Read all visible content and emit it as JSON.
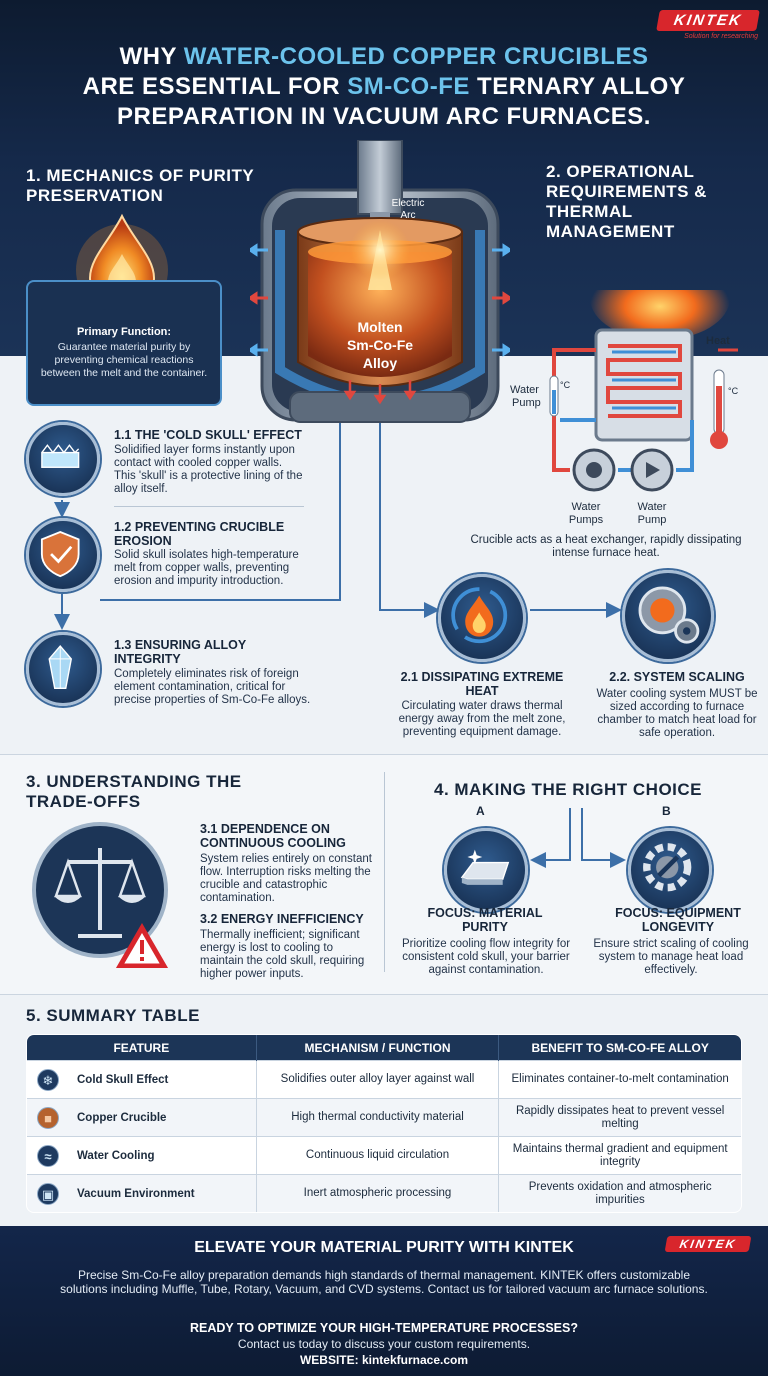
{
  "brand": {
    "logo": "KINTEK",
    "tagline": "Solution for researching"
  },
  "title": {
    "line1_pre": "WHY ",
    "line1_hl": "WATER-COOLED COPPER CRUCIBLES",
    "line2_pre": "ARE ESSENTIAL FOR ",
    "line2_hl": "Sm-Co-Fe",
    "line2_post": " TERNARY ALLOY",
    "line3": "PREPARATION IN VACUUM ARC FURNACES."
  },
  "section1": {
    "heading": "1.  MECHANICS OF PURITY PRESERVATION",
    "primary_title": "Primary Function:",
    "primary_text": "Guarantee material purity by preventing chemical reactions between the melt and the container.",
    "items": [
      {
        "heading": "1.1 THE 'COLD SKULL' EFFECT",
        "text": "Solidified layer forms instantly upon contact with cooled copper walls. This 'skull' is a protective lining of the alloy itself.",
        "icon": "ice-layer-icon"
      },
      {
        "heading": "1.2 PREVENTING CRUCIBLE EROSION",
        "text": "Solid skull isolates high-temperature melt from copper walls, preventing erosion and impurity introduction.",
        "icon": "shield-check-icon"
      },
      {
        "heading": "1.3 ENSURING ALLOY INTEGRITY",
        "text": "Completely eliminates risk of foreign element contamination, critical for precise properties of Sm-Co-Fe alloys.",
        "icon": "crystal-icon"
      }
    ]
  },
  "furnace": {
    "arc_label_1": "Electric",
    "arc_label_2": "Arc",
    "melt_1": "Molten",
    "melt_2": "Sm-Co-Fe",
    "melt_3": "Alloy"
  },
  "section2": {
    "heading": "2.  OPERATIONAL REQUIREMENTS & THERMAL MANAGEMENT",
    "labels": {
      "heat": "Heat",
      "water_pump_1": "Water",
      "water_pump_2": "Pump",
      "pumps_1": "Water",
      "pumps_2": "Pumps",
      "pump_1": "Water",
      "pump_2": "Pump",
      "deg": "°C"
    },
    "caption": "Crucible acts as a heat exchanger, rapidly dissipating intense furnace heat.",
    "items": [
      {
        "heading": "2.1 DISSIPATING EXTREME HEAT",
        "text": "Circulating water draws thermal energy away from the melt zone, preventing equipment damage.",
        "icon": "flame-cycle-icon"
      },
      {
        "heading": "2.2. SYSTEM SCALING",
        "text": "Water cooling system MUST be sized according to furnace chamber to match heat load for safe operation.",
        "icon": "gear-furnace-icon"
      }
    ]
  },
  "section3": {
    "heading": "3.  UNDERSTANDING THE TRADE-OFFS",
    "items": [
      {
        "heading": "3.1 DEPENDENCE ON CONTINUOUS COOLING",
        "text": "System relies entirely on constant flow. Interruption risks melting the crucible and catastrophic contamination."
      },
      {
        "heading": "3.2 ENERGY INEFFICIENCY",
        "text": "Thermally inefficient; significant energy is lost to cooling to maintain the cold skull, requiring higher power inputs."
      }
    ]
  },
  "section4": {
    "heading": "4.  MAKING THE RIGHT CHOICE",
    "options": [
      {
        "label": "A",
        "heading": "FOCUS: MATERIAL PURITY",
        "text": "Prioritize cooling flow integrity for consistent cold skull, your barrier against contamination."
      },
      {
        "label": "B",
        "heading": "FOCUS: EQUIPMENT LONGEVITY",
        "text": "Ensure strict scaling of cooling system to manage heat load effectively."
      }
    ]
  },
  "section5": {
    "heading": "5.  SUMMARY TABLE",
    "columns": [
      "FEATURE",
      "MECHANISM / FUNCTION",
      "BENEFIT TO Sm-Co-Fe ALLOY"
    ],
    "rows": [
      {
        "icon": "snowflake-icon",
        "glyph": "❄",
        "feature": "Cold Skull Effect",
        "mechanism": "Solidifies outer alloy layer against wall",
        "benefit": "Eliminates container-to-melt contamination"
      },
      {
        "icon": "copper-cup-icon",
        "glyph": "■",
        "feature": "Copper Crucible",
        "mechanism": "High thermal conductivity material",
        "benefit": "Rapidly dissipates heat to prevent vessel melting"
      },
      {
        "icon": "water-wave-icon",
        "glyph": "≈",
        "feature": "Water Cooling",
        "mechanism": "Continuous liquid circulation",
        "benefit": "Maintains thermal gradient and equipment integrity"
      },
      {
        "icon": "vacuum-chamber-icon",
        "glyph": "▣",
        "feature": "Vacuum Environment",
        "mechanism": "Inert atmospheric processing",
        "benefit": "Prevents oxidation and atmospheric impurities"
      }
    ]
  },
  "footer": {
    "title": "ELEVATE YOUR MATERIAL PURITY WITH KINTEK",
    "body": "Precise Sm-Co-Fe alloy preparation demands high standards of thermal management. KINTEK offers customizable solutions including Muffle, Tube, Rotary, Vacuum, and CVD systems. Contact us for tailored vacuum arc furnace solutions.",
    "cta": "READY TO OPTIMIZE YOUR HIGH-TEMPERATURE PROCESSES?",
    "contact": "Contact us today to discuss your custom requirements.",
    "website": "WEBSITE: kintekfurnace.com"
  },
  "colors": {
    "navy": "#15294a",
    "accent_blue": "#6cc3ec",
    "brand_red": "#d8262c",
    "copper": "#b5622e",
    "hot_orange": "#f08a24"
  }
}
